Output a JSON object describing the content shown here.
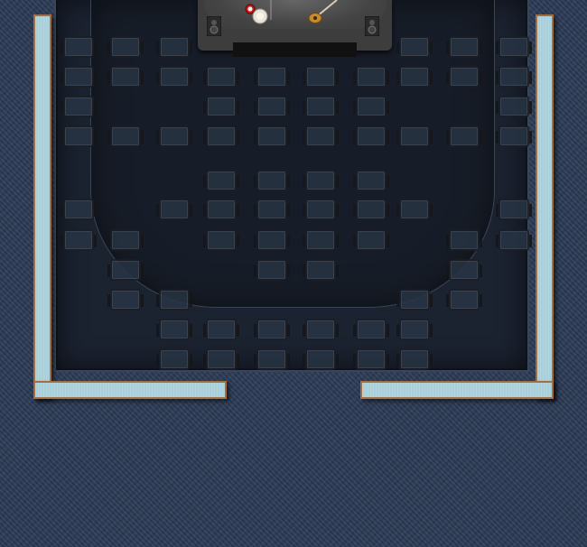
{
  "colors": {
    "background": "#2b3a55",
    "venue_floor": "#1b2230",
    "wall": "#a9cfdb",
    "wall_border": "#a56e3f",
    "stage": "#3d3d3d",
    "seat": "#283444"
  },
  "icons": [
    "speaker-left-icon",
    "drum-kit-icon",
    "guitar-icon",
    "speaker-right-icon",
    "seat-icon"
  ],
  "seating": {
    "rows": [
      {
        "y": "40",
        "seats": [
          "70",
          "122",
          "176",
          "442",
          "497",
          "552"
        ]
      },
      {
        "y": "73",
        "seats": [
          "70",
          "122",
          "176",
          "228",
          "284",
          "338",
          "394",
          "442",
          "497",
          "552"
        ]
      },
      {
        "y": "106",
        "seats": [
          "70",
          "228",
          "284",
          "338",
          "394",
          "552"
        ]
      },
      {
        "y": "139",
        "seats": [
          "70",
          "122",
          "176",
          "228",
          "284",
          "338",
          "394",
          "442",
          "497",
          "552"
        ]
      },
      {
        "y": "188",
        "seats": [
          "228",
          "284",
          "338",
          "394"
        ]
      },
      {
        "y": "220",
        "seats": [
          "70",
          "176",
          "228",
          "284",
          "338",
          "394",
          "442",
          "552"
        ]
      },
      {
        "y": "254",
        "seats": [
          "70",
          "122",
          "228",
          "284",
          "338",
          "394",
          "497",
          "552"
        ]
      },
      {
        "y": "287",
        "seats": [
          "122",
          "284",
          "338",
          "497"
        ]
      },
      {
        "y": "320",
        "seats": [
          "122",
          "176",
          "442",
          "497"
        ]
      },
      {
        "y": "353",
        "seats": [
          "176",
          "228",
          "284",
          "338",
          "394",
          "442"
        ]
      },
      {
        "y": "386",
        "seats": [
          "176",
          "228",
          "284",
          "338",
          "394",
          "442"
        ]
      }
    ]
  }
}
